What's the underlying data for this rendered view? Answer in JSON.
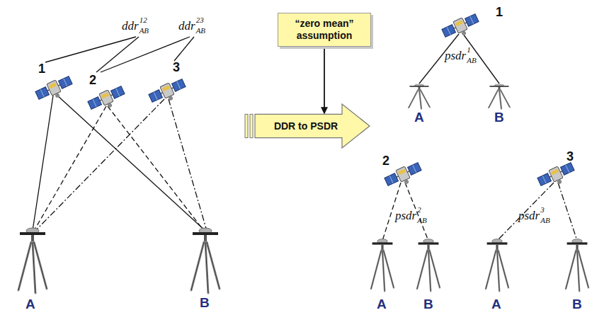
{
  "diagram": {
    "nodes": [
      {
        "text": [
          "“zero mean” assumption"
        ]
      },
      {
        "text": [
          "DDR to PSDR"
        ]
      }
    ],
    "edges": [
      {
        "from": 0,
        "to": 1,
        "arrow": "to"
      }
    ],
    "labels": [
      "ddr",
      "12",
      "AB",
      "ddr",
      "23",
      "AB",
      "1",
      "2",
      "3",
      "A",
      "B",
      "1",
      "psdr",
      "1",
      "AB",
      "A",
      "B",
      "2",
      "psdr",
      "2",
      "AB",
      "A",
      "B",
      "3",
      "psdr",
      "3",
      "AB",
      "A",
      "B"
    ]
  }
}
